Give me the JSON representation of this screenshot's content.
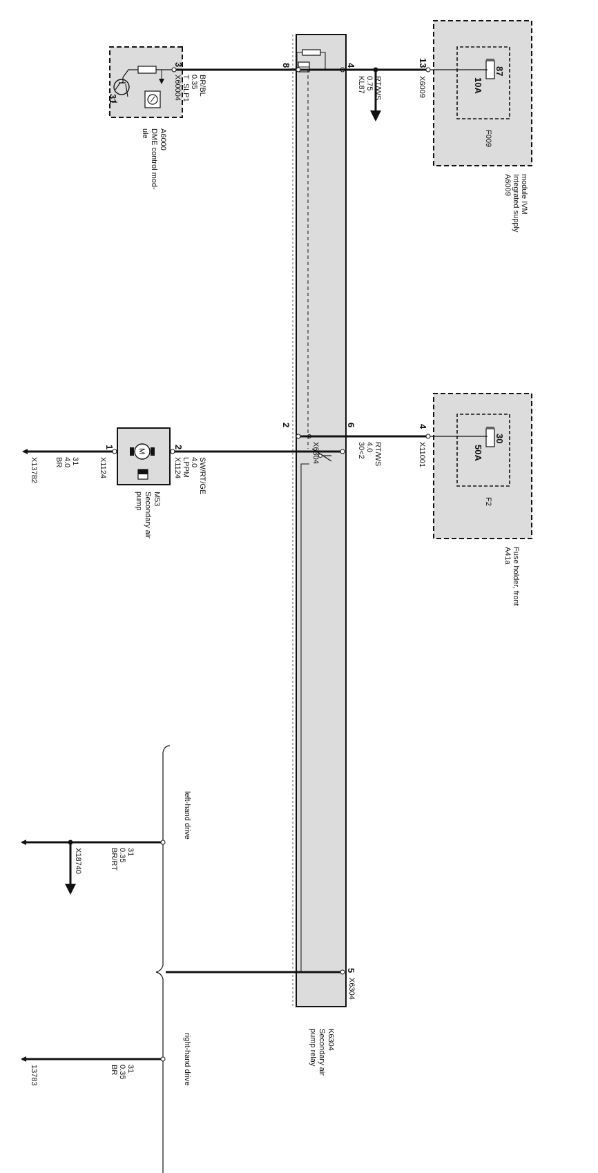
{
  "relay": {
    "id": "K6304",
    "name_line1": "Secondary air",
    "name_line2": "pump relay",
    "connector": "X6304",
    "pins": {
      "coil_in": "4",
      "coil_supply": "8",
      "switch_out": "6",
      "switch_supply": "2",
      "ground": "5"
    }
  },
  "dme": {
    "id": "A6000",
    "name_line1": "DME control mod-",
    "name_line2": "ule",
    "connector": "X60004",
    "pin": "3",
    "ground_label": "31"
  },
  "wire_dme": {
    "signal": "T_SLP1",
    "gauge": "0.35",
    "color": "BR/BL"
  },
  "ivm": {
    "id": "A6009",
    "name_line1": "Integrated supply",
    "name_line2": "module IVM",
    "connector": "X6009",
    "pin": "13",
    "fuse_id": "F009",
    "fuse_rating": "10A",
    "fuse_terminal": "87"
  },
  "wire_ivm": {
    "signal": "KL87",
    "gauge": "0.75",
    "color": "RT/WS"
  },
  "fuse_holder": {
    "id": "A41a",
    "name": "Fuse holder, front",
    "connector": "X11001",
    "pin": "4",
    "fuse_id": "F2",
    "fuse_rating": "50A",
    "fuse_terminal": "30"
  },
  "wire_fuse": {
    "signal": "30<2",
    "gauge": "4.0",
    "color": "RT/WS",
    "connector": "X6304"
  },
  "pump": {
    "id": "M53",
    "name_line1": "Secondary air",
    "name_line2": "pump",
    "connector": "X1124",
    "pin_relay": "2",
    "pin_ground": "1",
    "motor_symbol": "M"
  },
  "wire_pump": {
    "signal": "LPPM",
    "gauge": "4.0",
    "color": "SW/RT/GE"
  },
  "wire_ground_pump": {
    "signal": "31",
    "gauge": "4.0",
    "color": "BR",
    "connector": "X13782"
  },
  "lhd": {
    "label": "left-hand drive",
    "signal": "31",
    "gauge": "0.35",
    "color": "BR/RT",
    "connector": "X18740"
  },
  "rhd": {
    "label": "right-hand drive",
    "signal": "31",
    "gauge": "0.35",
    "color": "BR",
    "connector": "13783"
  },
  "colors": {
    "fill": "#dcdcdc",
    "line": "#111111"
  }
}
